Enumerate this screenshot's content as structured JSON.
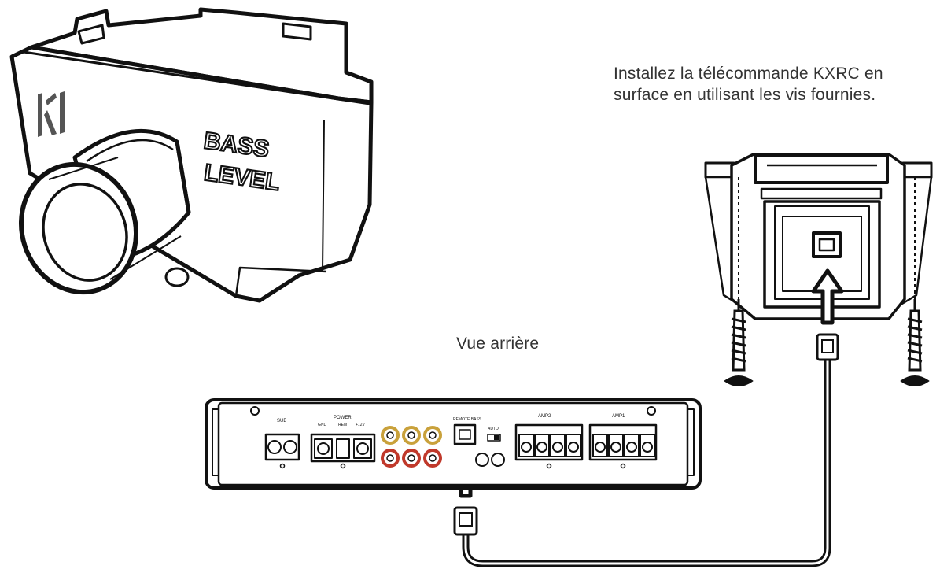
{
  "instruction": {
    "line1": "Installez la télécommande KXRC en",
    "line2": "surface en utilisant les vis fournies."
  },
  "rear_view_label": "Vue arrière",
  "remote": {
    "logo_text": "KI",
    "label_line1": "BASS",
    "label_line2": "LEVEL"
  },
  "amplifier": {
    "terminals": {
      "sub": "SUB",
      "power": "POWER",
      "gnd": "GND",
      "rem": "REM",
      "plus12v": "+12V",
      "amp1": "AMP1",
      "amp2": "AMP2",
      "remote_bass": "REMOTE BASS",
      "auto": "AUTO"
    }
  },
  "colors": {
    "line": "#111111",
    "rca_red": "#c0392b",
    "rca_gold": "#c9a13b",
    "text": "#333333"
  }
}
